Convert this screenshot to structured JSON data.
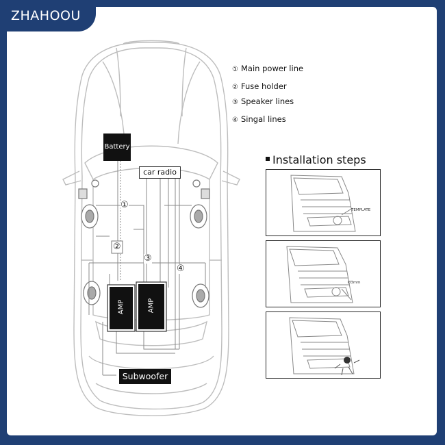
{
  "brand": {
    "name": "ZHAHOOU"
  },
  "legend": [
    {
      "num": "①",
      "label": "Main power line"
    },
    {
      "num": "②",
      "label": "Fuse holder"
    },
    {
      "num": "③",
      "label": "Speaker lines"
    },
    {
      "num": "④",
      "label": "Singal lines"
    }
  ],
  "car": {
    "battery": "Battery",
    "car_radio": "car radio",
    "subwoofer": "Subwoofer",
    "amp1": "AMP",
    "amp2": "AMP",
    "markers": [
      "①",
      "②",
      "③",
      "④"
    ]
  },
  "installation": {
    "title": "Installation steps",
    "steps": [
      {
        "annotation": "TEMPLATE"
      },
      {
        "annotation": "Ø3mm"
      },
      {
        "annotation": ""
      }
    ]
  },
  "colors": {
    "brand_bg": "#1f3f74",
    "line": "#b8b8b8",
    "label_bg": "#111111"
  }
}
